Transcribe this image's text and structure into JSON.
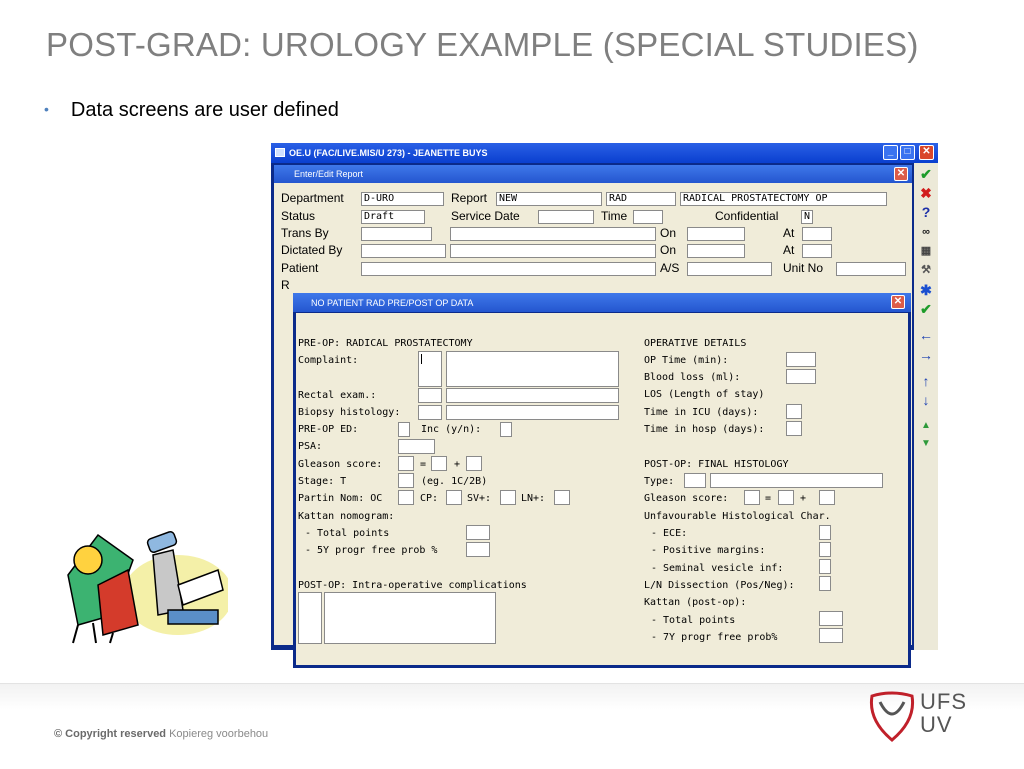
{
  "slide": {
    "title": "POST-GRAD: UROLOGY EXAMPLE (SPECIAL STUDIES)",
    "bullet": "Data screens are user defined",
    "footer_copyright_bold": "© Copyright reserved",
    "footer_copyright_rest": "Kopiereg voorbehou",
    "logo_line1": "UFS",
    "logo_line2": "UV"
  },
  "window": {
    "title": "OE.U (FAC/LIVE.MIS/U 273) - JEANETTE BUYS",
    "subform_title": "Enter/Edit Report",
    "dialog_title": "NO PATIENT  RAD PRE/POST OP DATA"
  },
  "sidebar_icons": [
    "check-icon",
    "cross-icon",
    "help-icon",
    "binoculars-icon",
    "table-delete-icon",
    "tools-icon",
    "asterisk-icon",
    "check-all-icon",
    "arrow-left-icon",
    "arrow-right-icon",
    "arrow-up-icon",
    "arrow-down-icon",
    "chevron-up-icon",
    "chevron-down-icon"
  ],
  "report": {
    "department_label": "Department",
    "department_value": "D-URO",
    "report_label": "Report",
    "report_value": "NEW",
    "report_code": "RAD",
    "report_desc": "RADICAL PROSTATECTOMY OP",
    "status_label": "Status",
    "status_value": "Draft",
    "service_date_label": "Service Date",
    "time_label": "Time",
    "confidential_label": "Confidential",
    "confidential_value": "N",
    "trans_by_label": "Trans By",
    "on_label": "On",
    "at_label": "At",
    "dictated_by_label": "Dictated By",
    "patient_label": "Patient",
    "as_label": "A/S",
    "unit_no_label": "Unit No",
    "r_label": "R"
  },
  "preop": {
    "heading": "PRE-OP: RADICAL PROSTATECTOMY",
    "complaint": "Complaint:",
    "rectal": "Rectal exam.:",
    "biopsy": "Biopsy histology:",
    "preop_ed": "PRE-OP ED:",
    "inc": "Inc (y/n):",
    "psa": "PSA:",
    "gleason": "Gleason score:",
    "eq": "=",
    "plus": "+",
    "stage": "Stage: T",
    "stage_hint": "(eg. 1C/2B)",
    "partin": "Partin Nom: OC",
    "cp": "CP:",
    "sv": "SV+:",
    "ln": "LN+:",
    "kattan": "Kattan nomogram:",
    "total_points": "- Total points",
    "prog_free": "- 5Y progr free prob %"
  },
  "postop_compl": {
    "heading": "POST-OP: Intra-operative complications"
  },
  "operative": {
    "heading": "OPERATIVE DETAILS",
    "op_time": "OP Time (min):",
    "blood_loss": "Blood loss (ml):",
    "los": "LOS (Length of stay)",
    "icu": "Time in ICU (days):",
    "hosp": "Time in hosp (days):"
  },
  "final_hist": {
    "heading": "POST-OP: FINAL HISTOLOGY",
    "type": "Type:",
    "gleason": "Gleason score:",
    "eq": "=",
    "plus": "+",
    "unfav": "Unfavourable Histological Char.",
    "ece": "- ECE:",
    "margins": "- Positive margins:",
    "seminal": "- Seminal vesicle inf:",
    "ln_dissection": "L/N Dissection (Pos/Neg):",
    "kattan_post": "Kattan (post-op):",
    "total_points": "- Total points",
    "prog_free": "- 7Y progr free prob%"
  }
}
